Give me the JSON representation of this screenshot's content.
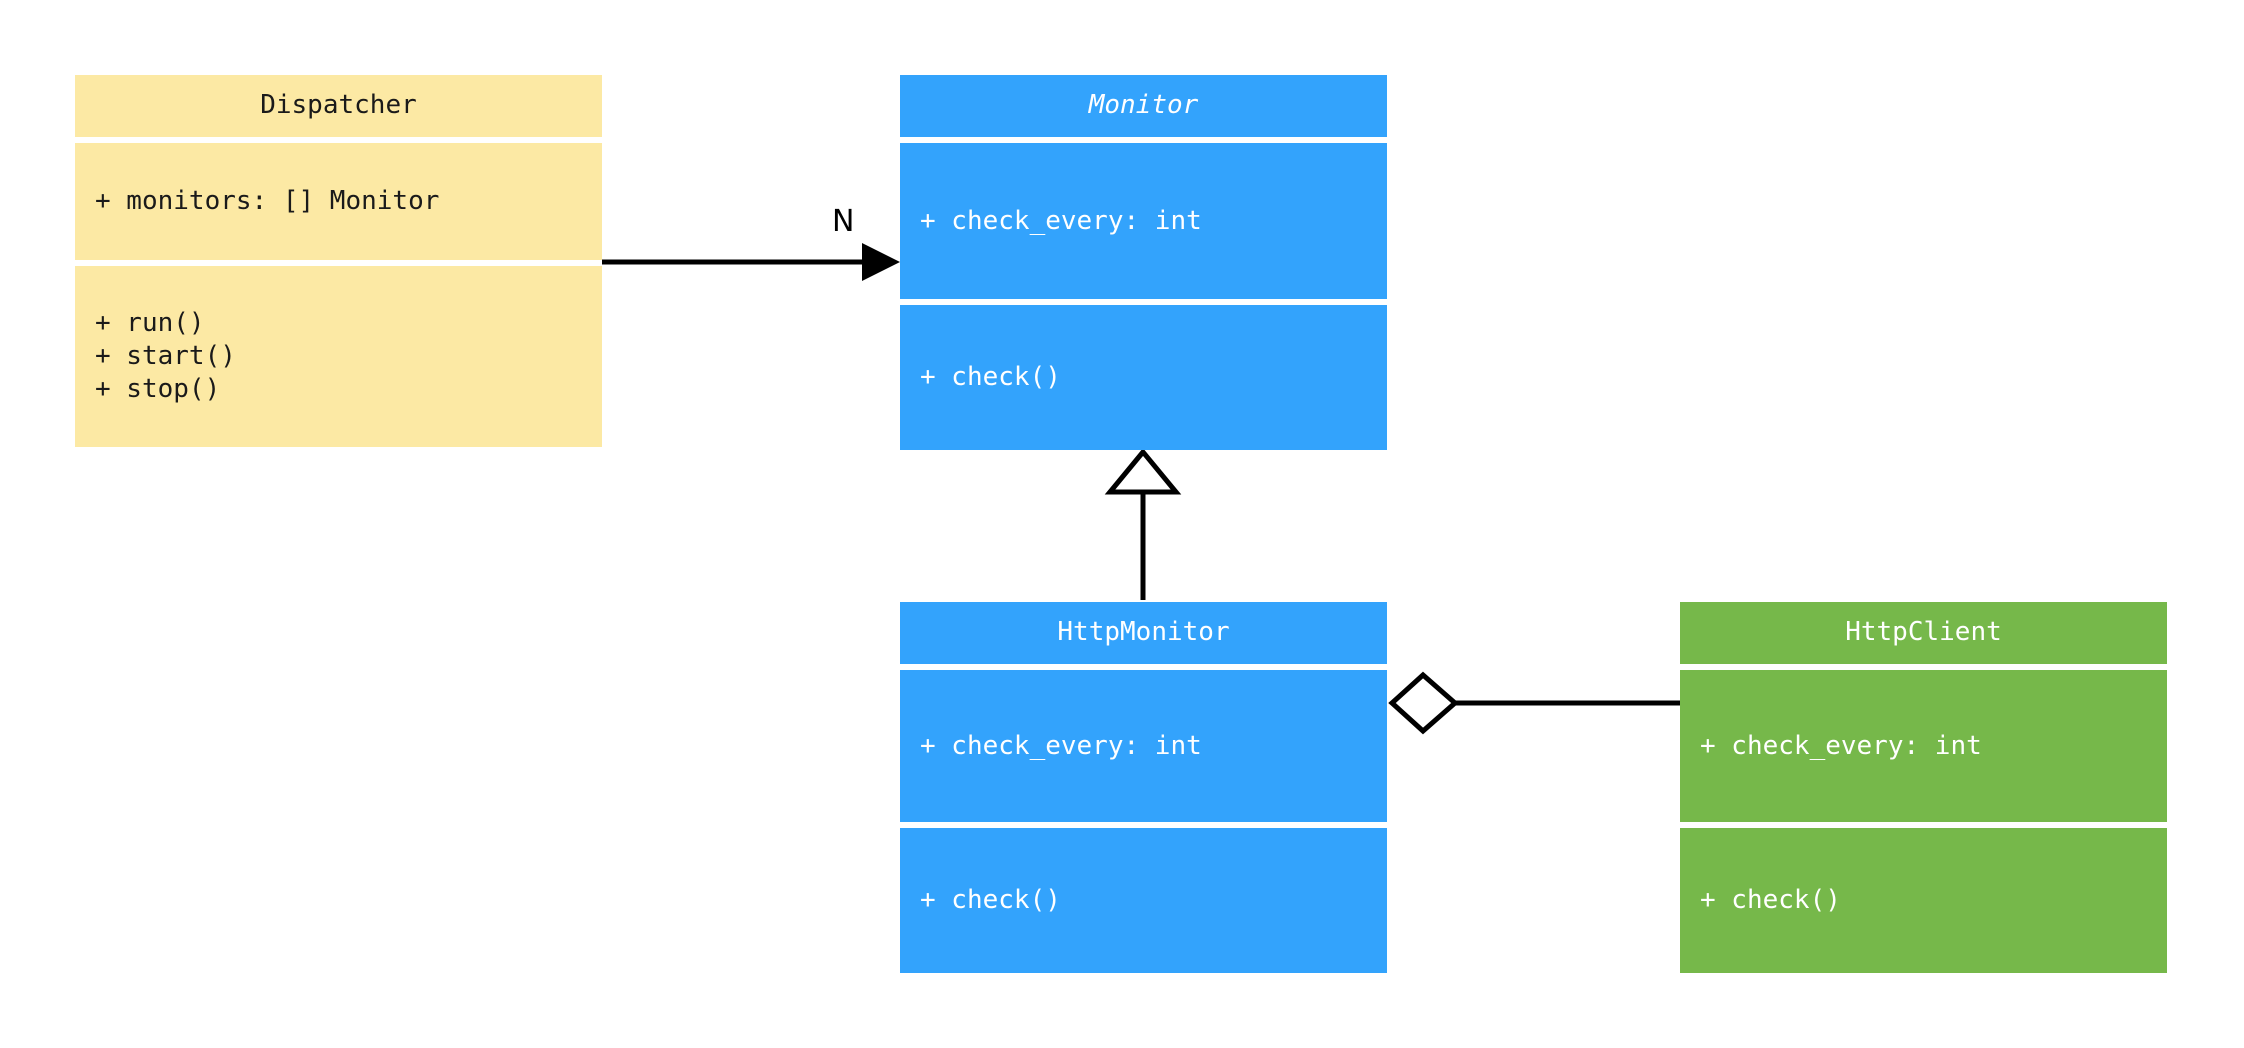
{
  "diagram": {
    "kind": "uml-class-diagram",
    "background": "#ffffff",
    "palette": {
      "yellow": "#fce9a4",
      "blue": "#33a3fc",
      "green": "#76b84a",
      "line": "#000000",
      "compartment_divider": "#ffffff",
      "dark_text": "#1a1a1a",
      "light_text": "#ffffff"
    },
    "classes": [
      {
        "id": "dispatcher",
        "name": "Dispatcher",
        "abstract": false,
        "color": "yellow",
        "attributes": [
          "+ monitors: [] Monitor"
        ],
        "methods": [
          "+ run()",
          "+ start()",
          "+ stop()"
        ]
      },
      {
        "id": "monitor",
        "name": "Monitor",
        "abstract": true,
        "color": "blue",
        "attributes": [
          "+ check_every: int"
        ],
        "methods": [
          "+ check()"
        ]
      },
      {
        "id": "http_monitor",
        "name": "HttpMonitor",
        "abstract": false,
        "color": "blue",
        "attributes": [
          "+ check_every: int"
        ],
        "methods": [
          "+ check()"
        ]
      },
      {
        "id": "http_client",
        "name": "HttpClient",
        "abstract": false,
        "color": "green",
        "attributes": [
          "+ check_every: int"
        ],
        "methods": [
          "+ check()"
        ]
      }
    ],
    "relationships": [
      {
        "id": "dispatcher-monitor",
        "type": "association",
        "from": "dispatcher",
        "to": "monitor",
        "label": "N",
        "arrowhead": "open-arrow"
      },
      {
        "id": "httpmonitor-monitor",
        "type": "generalization",
        "from": "http_monitor",
        "to": "monitor",
        "label": "",
        "arrowhead": "hollow-triangle"
      },
      {
        "id": "httpmonitor-httpclient",
        "type": "aggregation",
        "from": "http_monitor",
        "to": "http_client",
        "label": "",
        "arrowhead": "hollow-diamond"
      }
    ]
  }
}
